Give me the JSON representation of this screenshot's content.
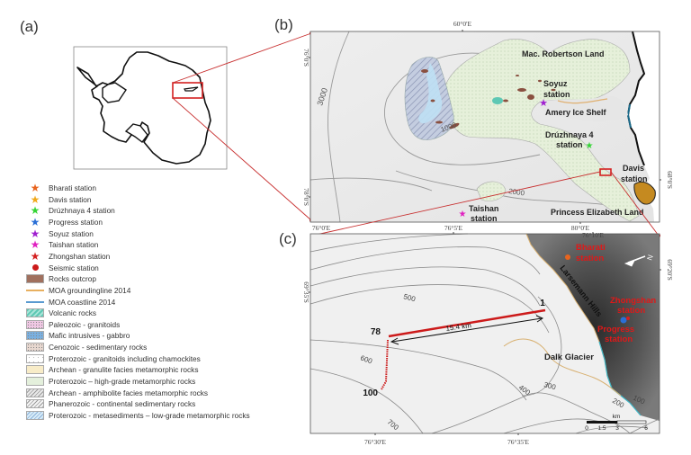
{
  "panels": {
    "a": {
      "label": "(a)"
    },
    "b": {
      "label": "(b)"
    },
    "c": {
      "label": "(c)"
    }
  },
  "legend": [
    {
      "type": "star",
      "color": "#e8641e",
      "label": "Bharati station"
    },
    {
      "type": "star",
      "color": "#f0a81a",
      "label": "Davis station"
    },
    {
      "type": "star",
      "color": "#34d434",
      "label": "Drúzhnaya 4 station"
    },
    {
      "type": "star",
      "color": "#2a6fd6",
      "label": "Progress station"
    },
    {
      "type": "star",
      "color": "#a020d0",
      "label": "Soyuz station"
    },
    {
      "type": "star",
      "color": "#e020c0",
      "label": "Taishan station"
    },
    {
      "type": "star",
      "color": "#d42020",
      "label": "Zhongshan station"
    },
    {
      "type": "dot",
      "color": "#cc1a1a",
      "label": "Seismic station"
    },
    {
      "type": "swatch",
      "color": "#a0705e",
      "label": "Rocks outcrop"
    },
    {
      "type": "line",
      "color": "#e8b060",
      "label": "MOA groundingline 2014"
    },
    {
      "type": "line",
      "color": "#5a9ad0",
      "label": "MOA coastline 2014"
    },
    {
      "type": "swatch",
      "color": "#5ec8b4",
      "pattern": "hatch",
      "label": "Volcanic rocks"
    },
    {
      "type": "swatch",
      "color": "#f0c8e4",
      "pattern": "dots",
      "label": "Paleozoic - granitoids"
    },
    {
      "type": "swatch",
      "color": "#7ab0e0",
      "pattern": "dots",
      "label": "Mafic intrusives - gabbro"
    },
    {
      "type": "swatch",
      "color": "#e8d8d0",
      "pattern": "dots",
      "label": "Cenozoic - sedimentary rocks"
    },
    {
      "type": "swatch",
      "color": "#ffffff",
      "pattern": "triangles",
      "label": "Proterozoic - granitoids including chamockites"
    },
    {
      "type": "swatch",
      "color": "#f8ecc8",
      "label": "Archean - granulite facies metamorphic rocks"
    },
    {
      "type": "swatch",
      "color": "#e4f0dc",
      "label": "Proterozoic – high-grade metamorphic rocks"
    },
    {
      "type": "swatch",
      "color": "#e8e8e8",
      "pattern": "hatch-grey",
      "label": "Archean - amphibolite facies metamorphic rocks"
    },
    {
      "type": "swatch",
      "color": "#f4f4f4",
      "pattern": "hatch-grey",
      "label": "Phanerozoic - continental sedimentary rocks"
    },
    {
      "type": "swatch",
      "color": "#d8ecf8",
      "pattern": "hatch-blue",
      "label": "Proterozoic - metasediments – low-grade metamorphic rocks"
    }
  ],
  "map_b": {
    "ticks": {
      "top": "60°0'E",
      "left_top": "76°0'S",
      "left_bottom": "78°0'S",
      "right": "68°0'S",
      "bottom": "80°0'E"
    },
    "contours": [
      "3000",
      "1000",
      "2000"
    ],
    "labels": {
      "mac_robertson": "Mac. Robertson Land",
      "soyuz": [
        "Soyuz",
        "station"
      ],
      "amery": "Amery Ice Shelf",
      "druzhnaya": [
        "Drúzhnaya 4",
        "station"
      ],
      "davis": [
        "Davis",
        "station"
      ],
      "taishan": [
        "Taishan",
        "station"
      ],
      "princess": "Princess Elizabeth Land"
    }
  },
  "map_c": {
    "ticks": {
      "top_left": "76°0'E",
      "top_mid": "76°5'E",
      "top_right": "76°10'E",
      "left": "69°35'S",
      "right": "69°20'S",
      "bottom_left": "76°30'E",
      "bottom_right": "76°35'E"
    },
    "contours": [
      "500",
      "600",
      "700",
      "400",
      "300",
      "200",
      "100"
    ],
    "profile": {
      "start": "1",
      "bend": "78",
      "end": "100",
      "distance": "15.4 km"
    },
    "labels": {
      "bharati": [
        "Bharati",
        "station"
      ],
      "zhongshan": [
        "Zhongshan",
        "station"
      ],
      "progress": [
        "Progress",
        "station"
      ],
      "larsemann": "Larsemann Hills",
      "dalk": "Dalk Glacier",
      "north": "N"
    },
    "scale_bar": {
      "unit": "km",
      "ticks": [
        "0",
        "1.5",
        "3",
        "6"
      ]
    }
  }
}
